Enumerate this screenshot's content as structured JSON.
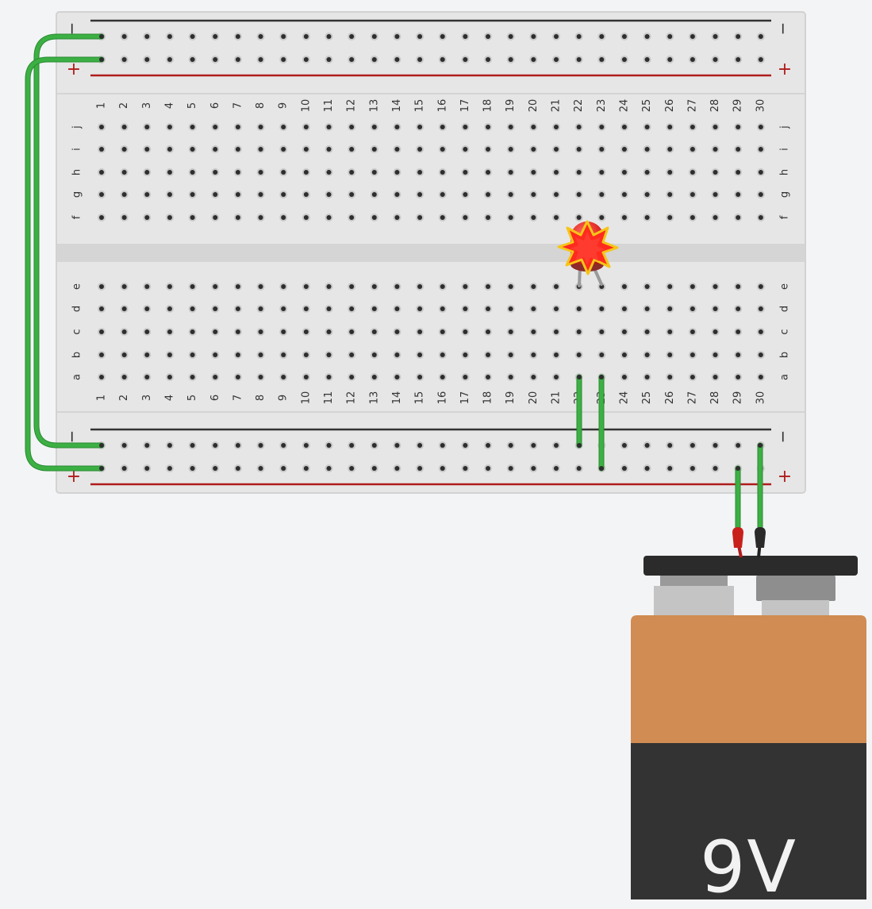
{
  "breadboard": {
    "columns": [
      "1",
      "2",
      "3",
      "4",
      "5",
      "6",
      "7",
      "8",
      "9",
      "10",
      "11",
      "12",
      "13",
      "14",
      "15",
      "16",
      "17",
      "18",
      "19",
      "20",
      "21",
      "22",
      "23",
      "24",
      "25",
      "26",
      "27",
      "28",
      "29",
      "30"
    ],
    "top_rows": [
      "j",
      "i",
      "h",
      "g",
      "f"
    ],
    "bottom_rows": [
      "e",
      "d",
      "c",
      "b",
      "a"
    ],
    "rail_minus_label": "−",
    "rail_plus_label": "+",
    "rail_minus_color": "#333333",
    "rail_plus_color": "#b01c1c",
    "body_color": "#e6e6e6"
  },
  "components": {
    "led": {
      "color": "#e8312a",
      "state": "overloaded",
      "burst_icon": "explosion-icon",
      "pins": [
        "22",
        "23"
      ]
    },
    "wire_color": "#3cb043",
    "battery": {
      "label": "9V",
      "top_color": "#d08c52",
      "bottom_color": "#333333"
    }
  }
}
